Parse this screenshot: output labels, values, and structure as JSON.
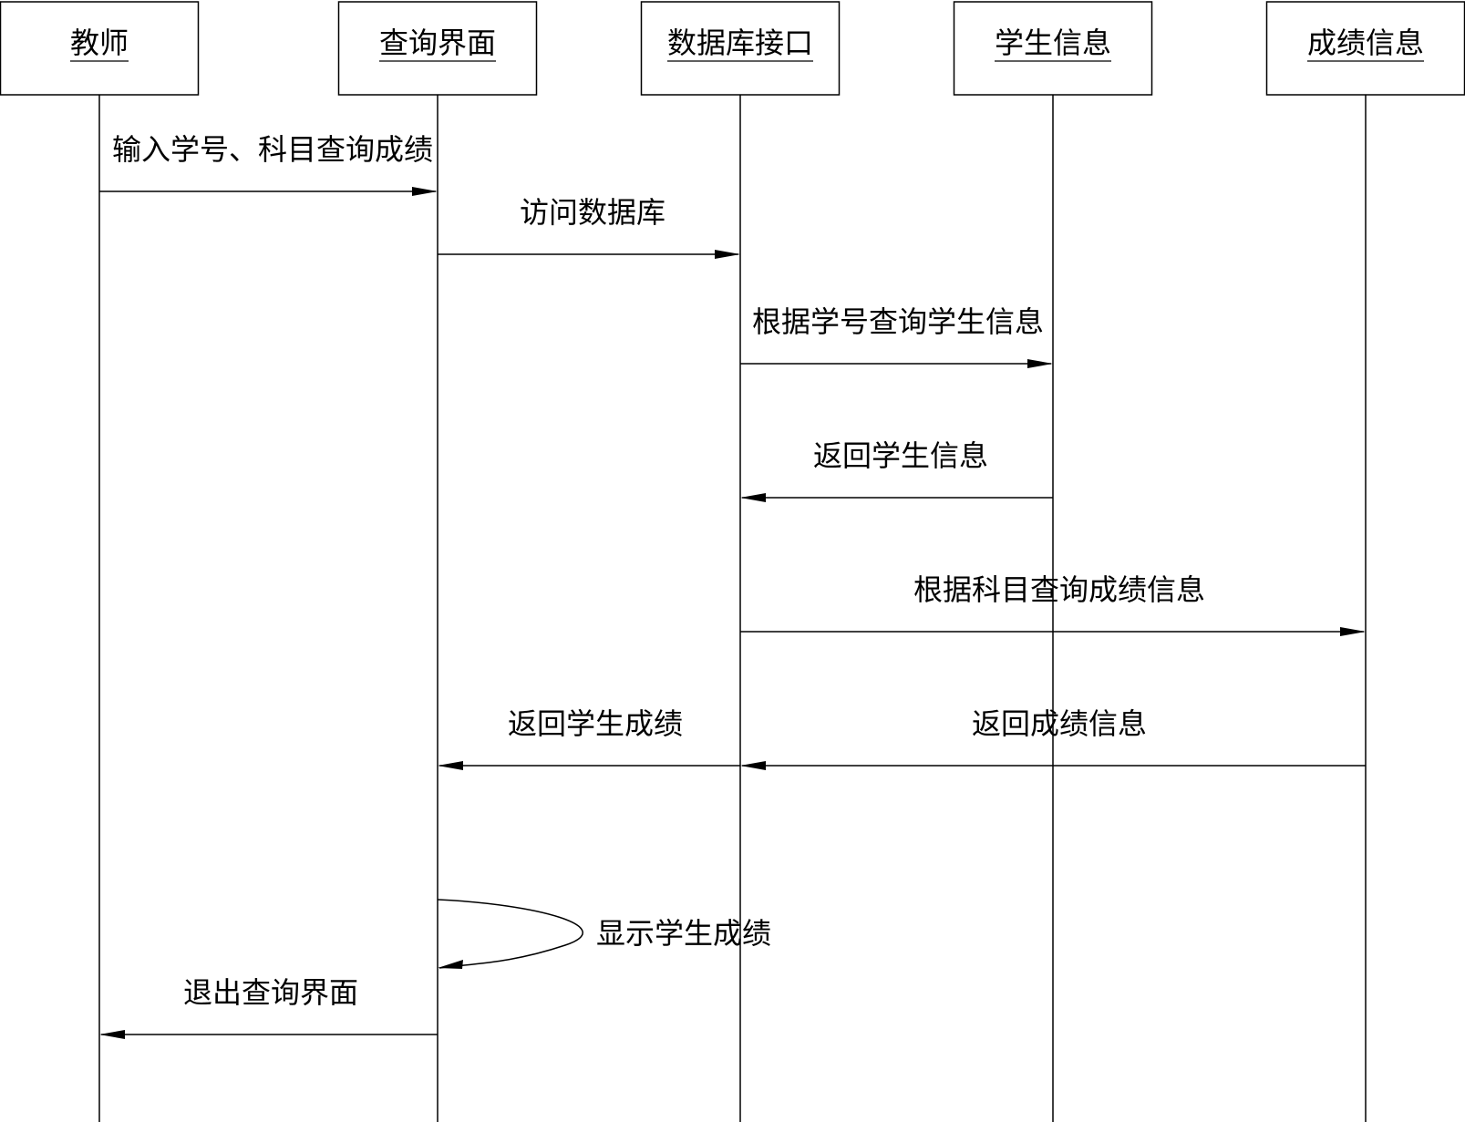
{
  "lifelines": [
    {
      "id": "teacher",
      "name": "教师"
    },
    {
      "id": "query_ui",
      "name": "查询界面"
    },
    {
      "id": "db_api",
      "name": "数据库接口"
    },
    {
      "id": "student_info",
      "name": "学生信息"
    },
    {
      "id": "score_info",
      "name": "成绩信息"
    }
  ],
  "messages": [
    {
      "from": "teacher",
      "to": "query_ui",
      "label": "输入学号、科目查询成绩"
    },
    {
      "from": "query_ui",
      "to": "db_api",
      "label": "访问数据库"
    },
    {
      "from": "db_api",
      "to": "student_info",
      "label": "根据学号查询学生信息"
    },
    {
      "from": "student_info",
      "to": "db_api",
      "label": "返回学生信息"
    },
    {
      "from": "db_api",
      "to": "score_info",
      "label": "根据科目查询成绩信息"
    },
    {
      "from": "db_api",
      "to": "query_ui",
      "label": "返回学生成绩"
    },
    {
      "from": "score_info",
      "to": "db_api",
      "label": "返回成绩信息"
    },
    {
      "from": "query_ui",
      "to": "query_ui",
      "label": "显示学生成绩",
      "self": true
    },
    {
      "from": "query_ui",
      "to": "teacher",
      "label": "退出查询界面"
    }
  ]
}
